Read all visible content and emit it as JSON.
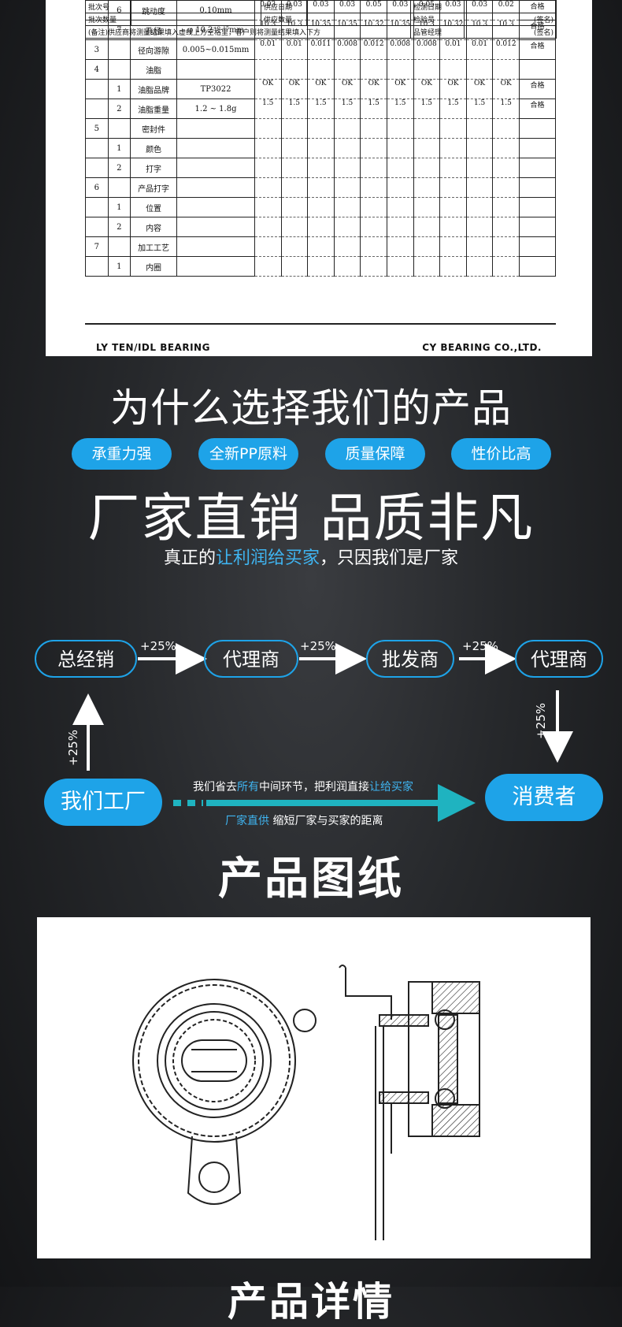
{
  "inspection": {
    "rows": [
      {
        "no": "",
        "sub": "6",
        "item": "跳动度",
        "spec": "0.10mm",
        "values": [
          "0.03",
          "0.03",
          "0.03",
          "0.03",
          "0.05",
          "0.03",
          "0.05",
          "0.03",
          "0.03",
          "0.02"
        ],
        "result": "合格"
      },
      {
        "no": "",
        "sub": "7",
        "item": "孔径",
        "spec": "φ 10.2⁺⁰·¹⁵mm",
        "values": [
          "10.3",
          "10.3",
          "10.35",
          "10.35",
          "10.32",
          "10.35",
          "10.3",
          "10.32",
          "10.3",
          "10.3"
        ],
        "result": "合格"
      },
      {
        "no": "3",
        "sub": "",
        "item": "径向游隙",
        "spec": "0.005~0.015mm",
        "values": [
          "0.01",
          "0.01",
          "0.011",
          "0.008",
          "0.012",
          "0.008",
          "0.008",
          "0.01",
          "0.01",
          "0.012"
        ],
        "result": "合格"
      },
      {
        "no": "4",
        "sub": "",
        "item": "油脂",
        "spec": "",
        "values": [
          "",
          "",
          "",
          "",
          "",
          "",
          "",
          "",
          "",
          ""
        ],
        "result": ""
      },
      {
        "no": "",
        "sub": "1",
        "item": "油脂品牌",
        "spec": "TP3022",
        "values": [
          "OK",
          "OK",
          "OK",
          "OK",
          "OK",
          "OK",
          "OK",
          "OK",
          "OK",
          "OK"
        ],
        "result": "合格"
      },
      {
        "no": "",
        "sub": "2",
        "item": "油脂重量",
        "spec": "1.2 ~ 1.8g",
        "values": [
          "1.5",
          "1.5",
          "1.5",
          "1.5",
          "1.5",
          "1.5",
          "1.5",
          "1.5",
          "1.5",
          "1.5"
        ],
        "result": "合格"
      },
      {
        "no": "5",
        "sub": "",
        "item": "密封件",
        "spec": "",
        "values": [
          "",
          "",
          "",
          "",
          "",
          "",
          "",
          "",
          "",
          ""
        ],
        "result": ""
      },
      {
        "no": "",
        "sub": "1",
        "item": "颜色",
        "spec": "",
        "values": [
          "",
          "",
          "",
          "",
          "",
          "",
          "",
          "",
          "",
          ""
        ],
        "result": ""
      },
      {
        "no": "",
        "sub": "2",
        "item": "打字",
        "spec": "",
        "values": [
          "",
          "",
          "",
          "",
          "",
          "",
          "",
          "",
          "",
          ""
        ],
        "result": ""
      },
      {
        "no": "6",
        "sub": "",
        "item": "产品打字",
        "spec": "",
        "values": [
          "",
          "",
          "",
          "",
          "",
          "",
          "",
          "",
          "",
          ""
        ],
        "result": ""
      },
      {
        "no": "",
        "sub": "1",
        "item": "位置",
        "spec": "",
        "values": [
          "",
          "",
          "",
          "",
          "",
          "",
          "",
          "",
          "",
          ""
        ],
        "result": ""
      },
      {
        "no": "",
        "sub": "2",
        "item": "内容",
        "spec": "",
        "values": [
          "",
          "",
          "",
          "",
          "",
          "",
          "",
          "",
          "",
          ""
        ],
        "result": ""
      },
      {
        "no": "7",
        "sub": "",
        "item": "加工工艺",
        "spec": "",
        "values": [
          "",
          "",
          "",
          "",
          "",
          "",
          "",
          "",
          "",
          ""
        ],
        "result": ""
      },
      {
        "no": "",
        "sub": "1",
        "item": "内圈",
        "spec": "",
        "values": [
          "",
          "",
          "",
          "",
          "",
          "",
          "",
          "",
          "",
          ""
        ],
        "result": ""
      }
    ],
    "footer": {
      "batch_no": "批次号",
      "supply_date": "供应日期",
      "check_date": "检测日期",
      "batch_qty": "批次数量",
      "supply_qty": "供应数量",
      "inspector": "检验员",
      "sign1": "(签名)",
      "note": "(备注)供应商将测量结果填入虚线上方空格里，客户则将测量结果填入下方",
      "qa_manager": "品管经理",
      "sign2": "(签名)"
    },
    "brand_left": "LY TEN/IDL BEARING",
    "brand_right": "CY BEARING CO.,LTD."
  },
  "why": {
    "title": "为什么选择我们的产品",
    "tags": [
      "承重力强",
      "全新PP原料",
      "质量保障",
      "性价比高"
    ],
    "headline": "厂家直销 品质非凡",
    "sub_a": "真正的",
    "sub_b": "让利润给买家",
    "sub_c": "，只因我们是厂家"
  },
  "flow": {
    "nodes": [
      "总经销",
      "代理商",
      "批发商",
      "代理商"
    ],
    "markup": "+25%",
    "factory": "我们工厂",
    "consumer": "消费者",
    "line1_a": "我们省去",
    "line1_b": "所有",
    "line1_c": "中间环节，把利润直接",
    "line1_d": "让给买家",
    "line2_a": "厂家直供",
    "line2_b": " 缩短厂家与买家的距离"
  },
  "drawing_title": "产品图纸",
  "next_title": "产品详情",
  "colors": {
    "accent": "#1ea3e8",
    "highlight": "#3fb4f0",
    "arrow_teal": "#1fb3c0"
  }
}
